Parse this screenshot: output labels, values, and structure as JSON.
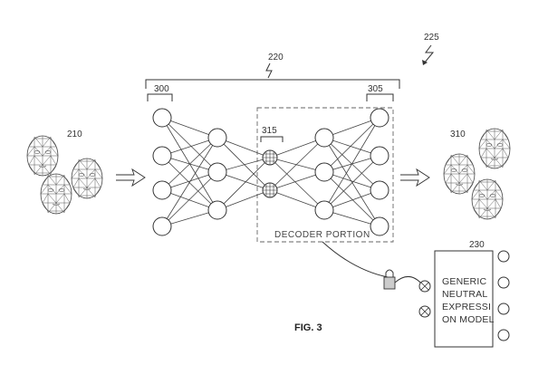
{
  "figure": {
    "caption": "FIG. 3",
    "refs": {
      "system": "225",
      "autoencoder": "220",
      "input_faces": "210",
      "output_faces": "310",
      "input_layer": "300",
      "output_layer": "305",
      "latent_layer": "315",
      "model": "230"
    },
    "decoder_label": "DECODER PORTION",
    "model_text": [
      "GENERIC",
      "NEUTRAL",
      "EXPRESSI",
      "ON MODEL"
    ]
  },
  "network": {
    "layers": [
      {
        "name": "input",
        "nodes": 4
      },
      {
        "name": "hidden-1",
        "nodes": 3
      },
      {
        "name": "latent",
        "nodes": 2
      },
      {
        "name": "hidden-2",
        "nodes": 3
      },
      {
        "name": "output",
        "nodes": 4
      }
    ]
  }
}
